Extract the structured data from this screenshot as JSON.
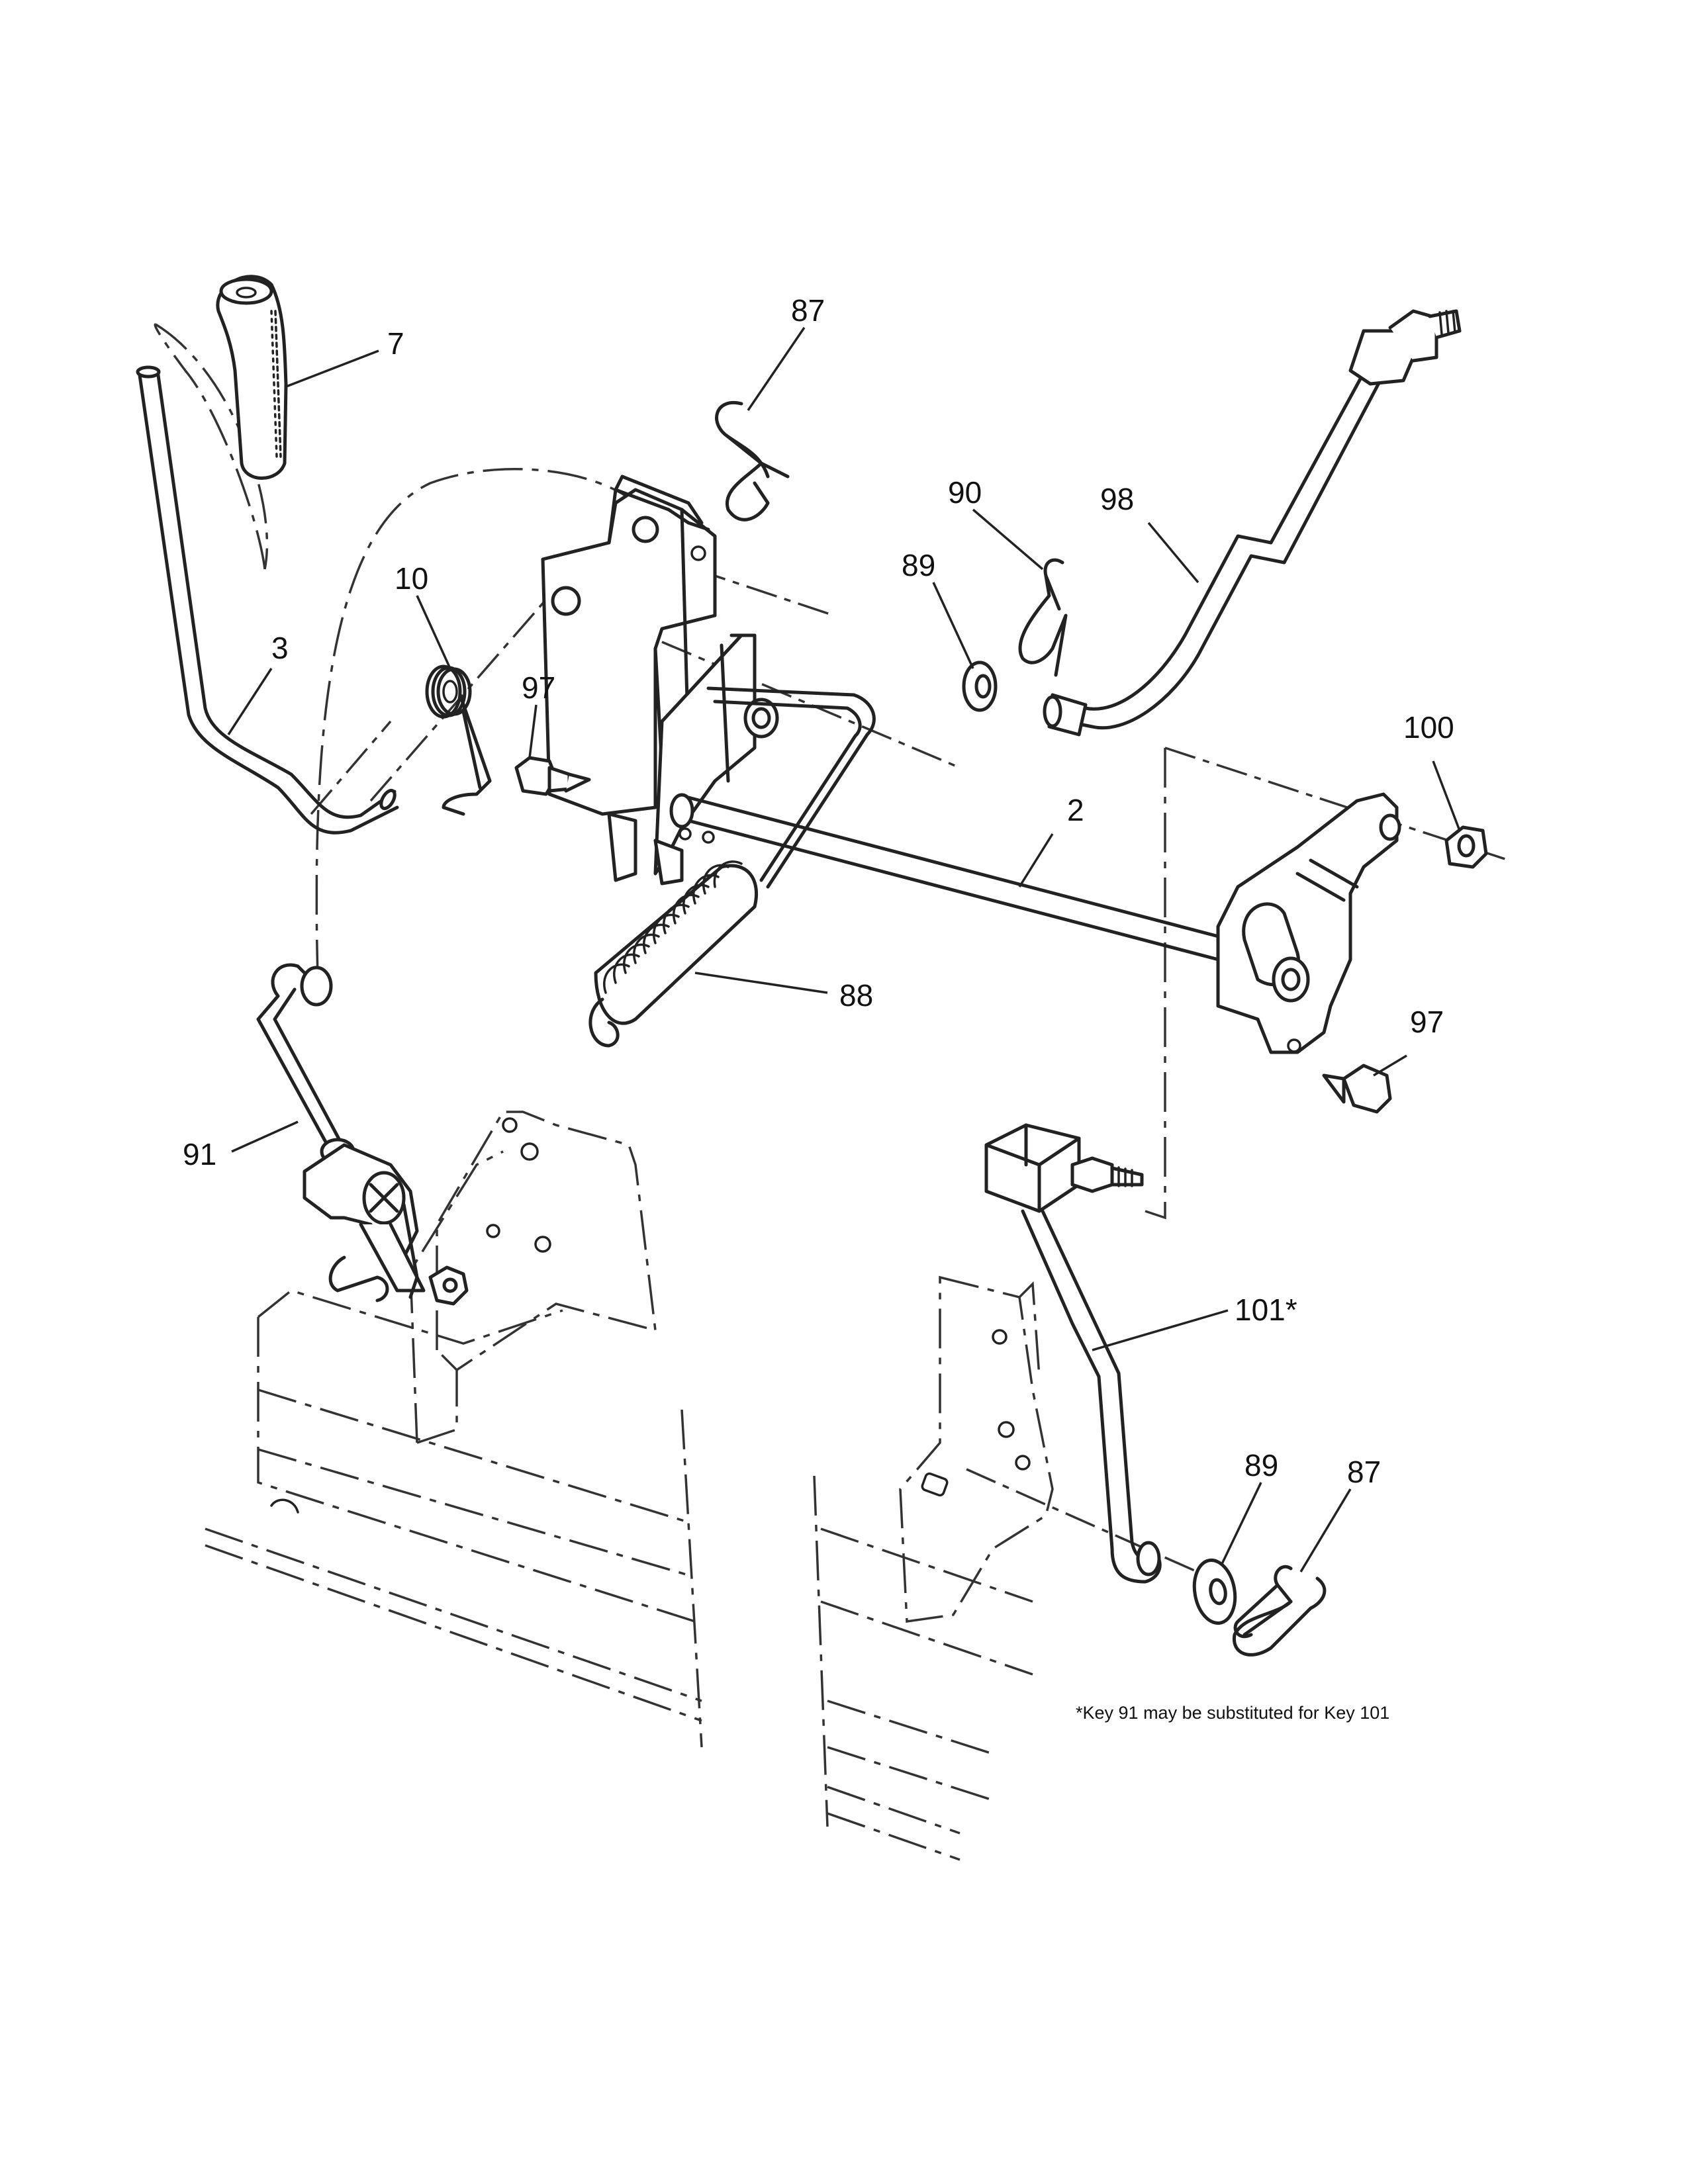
{
  "diagram": {
    "callouts": {
      "k7": "7",
      "k87_top": "87",
      "k90": "90",
      "k98": "98",
      "k89_top": "89",
      "k10": "10",
      "k3": "3",
      "k97_left": "97",
      "k100": "100",
      "k2": "2",
      "k88": "88",
      "k97_right": "97",
      "k91": "91",
      "k101": "101*",
      "k89_bottom": "89",
      "k87_bottom": "87"
    },
    "footnote": "*Key 91 may be substituted for Key 101"
  }
}
